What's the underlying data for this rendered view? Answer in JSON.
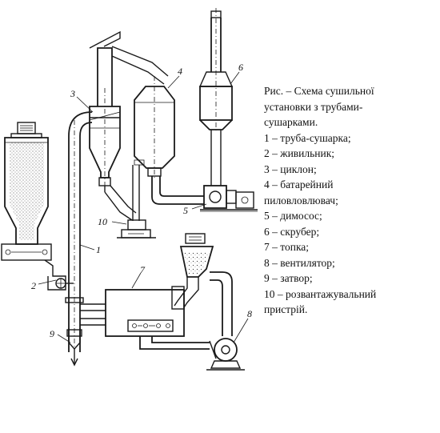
{
  "caption": {
    "title_line1": "Рис. – Схема сушильної",
    "title_line2": "установки з трубами-",
    "title_line3": "сушарками.",
    "legend": [
      "1 – труба-сушарка;",
      "2 – живильник;",
      "3 – циклон;",
      "4 – батарейний",
      "пиловловлювач;",
      "5 – димосос;",
      "6 – скрубер;",
      "7 – топка;",
      "8 – вентилятор;",
      "9 – затвор;",
      "10 – розвантажувальний",
      "пристрій."
    ]
  },
  "labels": {
    "n1": "1",
    "n2": "2",
    "n3": "3",
    "n4": "4",
    "n5": "5",
    "n6": "6",
    "n7": "7",
    "n8": "8",
    "n9": "9",
    "n10": "10"
  }
}
